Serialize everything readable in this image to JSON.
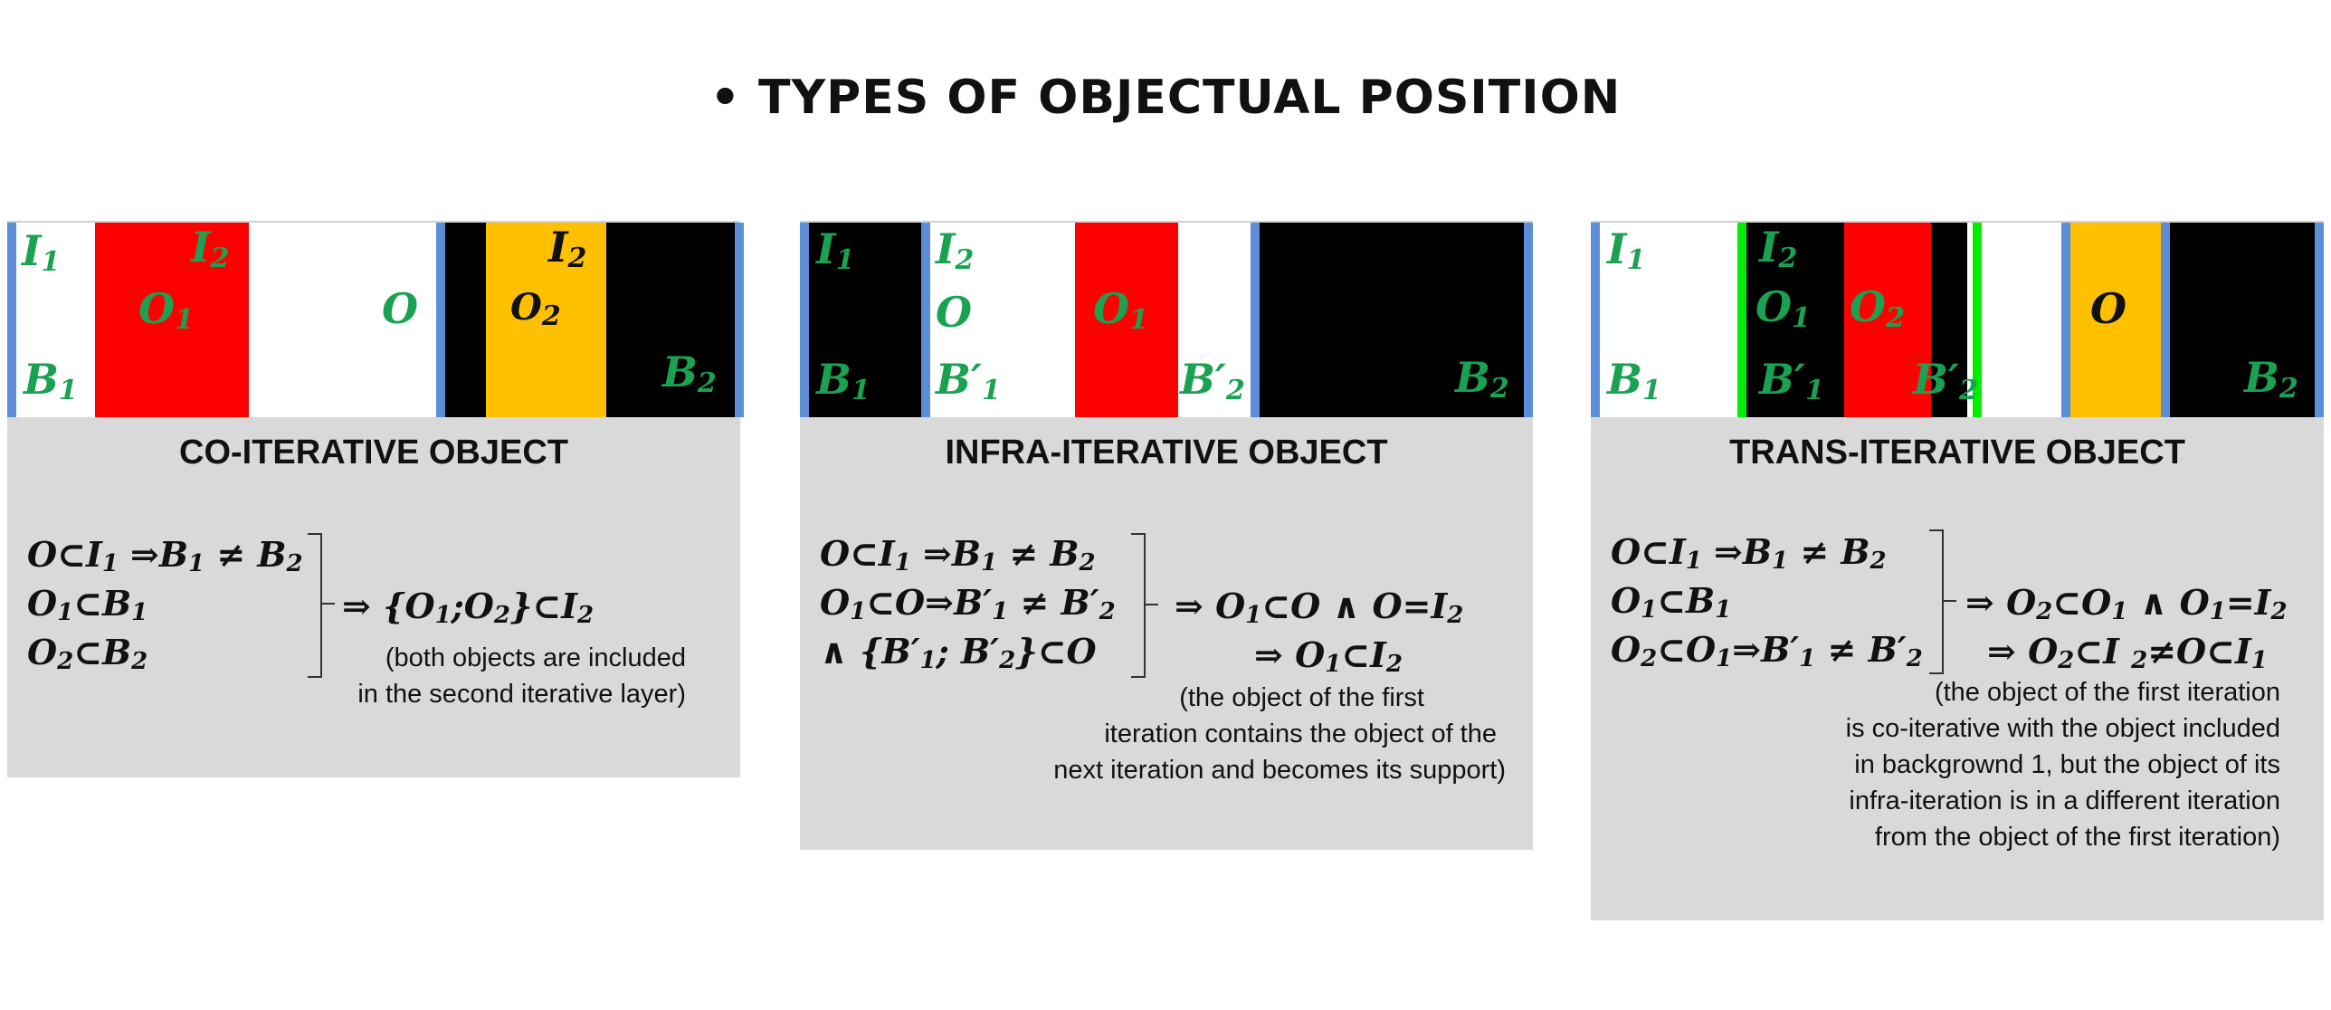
{
  "title": "• TYPES OF OBJECTUAL POSITION",
  "colors": {
    "green_label": "#1aa252",
    "red": "#ff0000",
    "yellow": "#ffc000",
    "black": "#000000",
    "blue_bar": "#5b8ed6",
    "bright_green": "#00ee00",
    "card": "#d9d9d9"
  },
  "panels": [
    {
      "strip": {
        "i1": "I",
        "i1s": "1",
        "i2": "I",
        "i2s": "2",
        "o1": "O",
        "o1s": "1",
        "o": "O",
        "i2b": "I",
        "i2bs": "2",
        "o2": "O",
        "o2s": "2",
        "b1": "B",
        "b1s": "1",
        "b2": "B",
        "b2s": "2"
      },
      "card_title": "CO-ITERATIVE OBJECT",
      "formulas": [
        [
          "O⊂I",
          "1",
          " ⇒B",
          "1",
          " ≠ B",
          "2"
        ],
        [
          "O",
          "1",
          "⊂B",
          "1"
        ],
        [
          "O",
          "2",
          "⊂B",
          "2"
        ]
      ],
      "result": [
        "⇒ {O",
        "1",
        ";O",
        "2",
        "}⊂I",
        "2"
      ],
      "note": [
        "(both objects are included",
        "in the second iterative layer)"
      ]
    },
    {
      "strip": {
        "i1": "I",
        "i1s": "1",
        "i2": "I",
        "i2s": "2",
        "o": "O",
        "o1": "O",
        "o1s": "1",
        "b1": "B",
        "b1s": "1",
        "bp1": "B′",
        "bp1s": "1",
        "bp2": "B′",
        "bp2s": "2",
        "b2": "B",
        "b2s": "2"
      },
      "card_title": "INFRA-ITERATIVE OBJECT",
      "formulas": [
        [
          "O⊂I",
          "1",
          " ⇒B",
          "1",
          " ≠ B",
          "2"
        ],
        [
          "O",
          "1",
          "⊂O⇒B′",
          "1",
          " ≠ B′",
          "2"
        ],
        [
          "∧ {B′",
          "1",
          "; B′",
          "2",
          "}⊂O"
        ]
      ],
      "result1": [
        "⇒ O",
        "1",
        "⊂O ∧ O=I",
        "2"
      ],
      "result2": [
        "⇒ O",
        "1",
        "⊂I",
        "2"
      ],
      "note": [
        "(the object of the first",
        "iteration contains the object of the",
        "next iteration and becomes its support)"
      ]
    },
    {
      "strip": {
        "i1": "I",
        "i1s": "1",
        "i2": "I",
        "i2s": "2",
        "o1": "O",
        "o1s": "1",
        "o2": "O",
        "o2s": "2",
        "o": "O",
        "b1": "B",
        "b1s": "1",
        "bp1": "B′",
        "bp1s": "1",
        "bp2": "B′",
        "bp2s": "2",
        "b2": "B",
        "b2s": "2"
      },
      "card_title": "TRANS-ITERATIVE OBJECT",
      "formulas": [
        [
          "O⊂I",
          "1",
          " ⇒B",
          "1",
          " ≠ B",
          "2"
        ],
        [
          "O",
          "1",
          "⊂B",
          "1"
        ],
        [
          "O",
          "2",
          "⊂O",
          "1",
          "⇒B′",
          "1",
          " ≠ B′",
          "2"
        ]
      ],
      "result1": [
        "⇒ O",
        "2",
        "⊂O",
        "1",
        " ∧ O",
        "1",
        "=I",
        "2"
      ],
      "result2": [
        "⇒ O",
        "2",
        "⊂I ",
        "2",
        "≠O⊂I",
        "1"
      ],
      "note": [
        "(the object of the first iteration",
        "is co-iterative with the object included",
        "in backgrownd 1, but the object of its",
        "infra-iteration is in a different iteration",
        "from the object of the first iteration)"
      ]
    }
  ]
}
